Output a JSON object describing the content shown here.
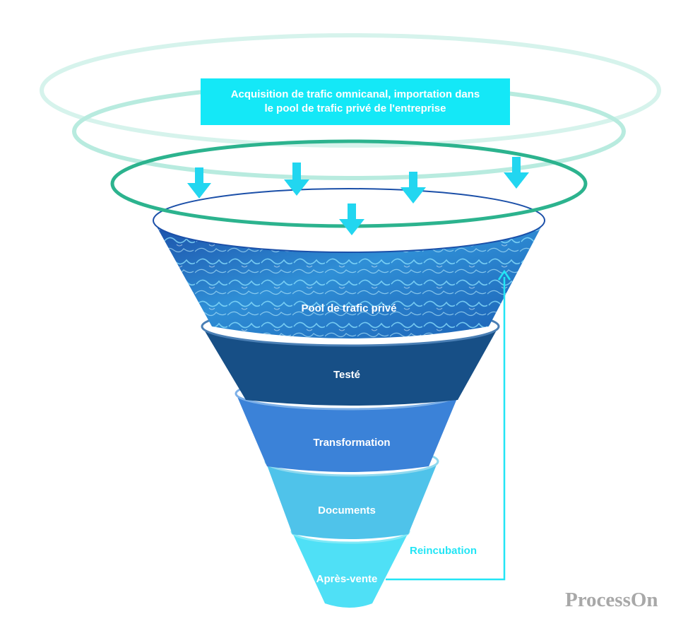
{
  "banner": {
    "line1": "Acquisition de trafic omnicanal, importation dans",
    "line2": "le pool de trafic privé de l'entreprise"
  },
  "funnel": {
    "stages": [
      {
        "label": "Pool de trafic privé",
        "color": "#1f6fb8"
      },
      {
        "label": "Testé",
        "color": "#174f86"
      },
      {
        "label": "Transformation",
        "color": "#3b82d8"
      },
      {
        "label": "Documents",
        "color": "#4fc3ea"
      },
      {
        "label": "Après-vente",
        "color": "#4fe0f6"
      }
    ]
  },
  "loop": {
    "label": "Reincubation",
    "color": "#22e5f5"
  },
  "rings": {
    "outer": "#d6f3ec",
    "middle": "#b8ebdf",
    "inner": "#2cb38e"
  },
  "arrow_color": "#22d6f0",
  "watermark": "ProcessOn"
}
